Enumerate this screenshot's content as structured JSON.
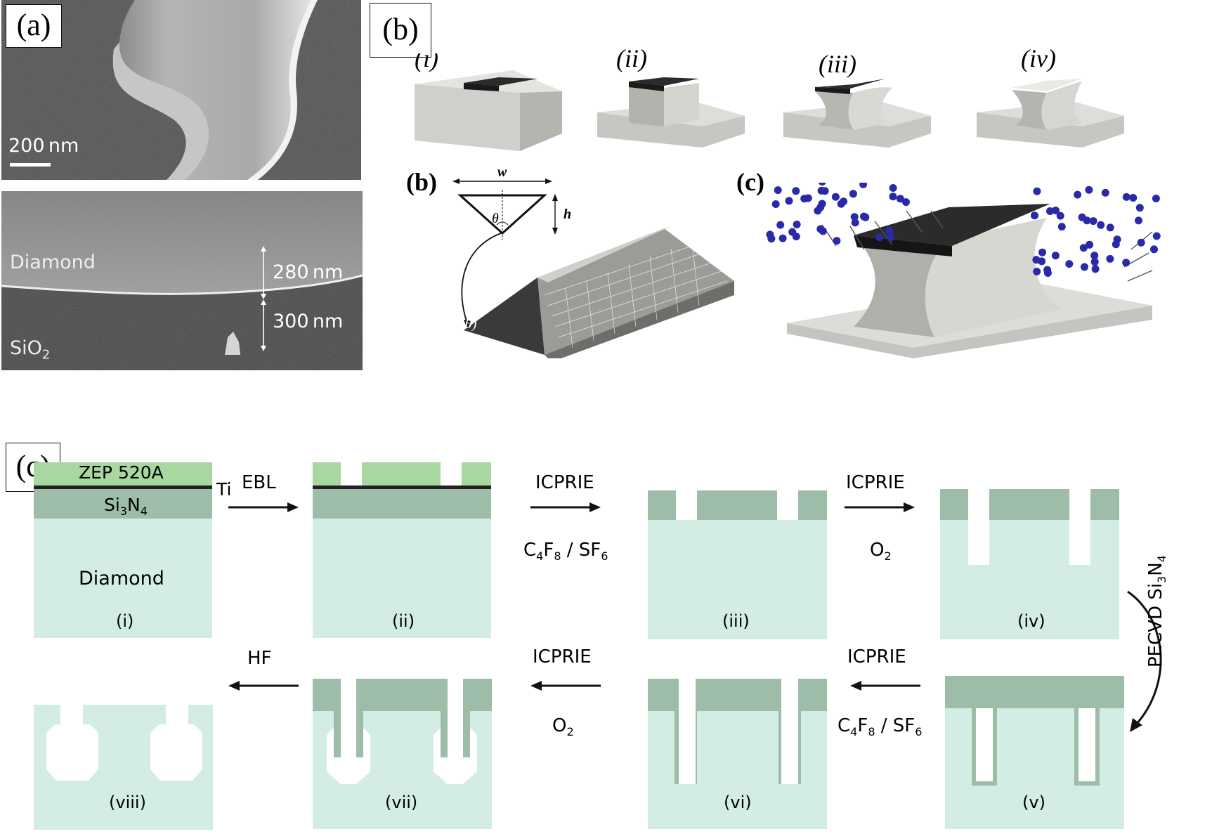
{
  "panel_a": {
    "label": "(a)",
    "scale_bar": "200 nm",
    "layer_top": "Diamond",
    "layer_bottom_base": "SiO",
    "layer_bottom_sub": "2",
    "thickness_top": "280 nm",
    "thickness_bottom": "300 nm"
  },
  "panel_b": {
    "label": "(b)",
    "steps": [
      "(i)",
      "(ii)",
      "(iii)",
      "(iv)"
    ],
    "sub_b_label": "(b)",
    "sub_c_label": "(c)",
    "w_label": "w",
    "h_label": "h",
    "theta": "θ",
    "theta_arc": "θ)"
  },
  "panel_c": {
    "label": "(c)",
    "zep": "ZEP 520A",
    "ti": "Ti",
    "sin_base": "Si",
    "sin_sub1": "3",
    "sin_n": "N",
    "sin_sub2": "4",
    "diamond": "Diamond",
    "steps": [
      "(i)",
      "(ii)",
      "(iii)",
      "(iv)",
      "(v)",
      "(vi)",
      "(vii)",
      "(viii)"
    ],
    "ebl": "EBL",
    "icprie": "ICPRIE",
    "hf": "HF",
    "pecvd_base": "PECVD Si",
    "pecvd_sub1": "3",
    "pecvd_n": "N",
    "pecvd_sub2": "4",
    "gas_c": "C",
    "gas_c_sub": "4",
    "gas_f": "F",
    "gas_f_sub": "8",
    "gas_sf": " / SF",
    "gas_sf_sub": "6",
    "gas_o": "O",
    "gas_o_sub": "2"
  },
  "colors": {
    "diamond": "#d3ece4",
    "nitride": "#9dbda8",
    "zep": "#a8d8a0",
    "ti": "#222222",
    "sem_bg": "#5a5a5a",
    "gray_block": "#c9c9c5",
    "dark_mask": "#2b2b2b",
    "ion": "#2a2aa8"
  }
}
